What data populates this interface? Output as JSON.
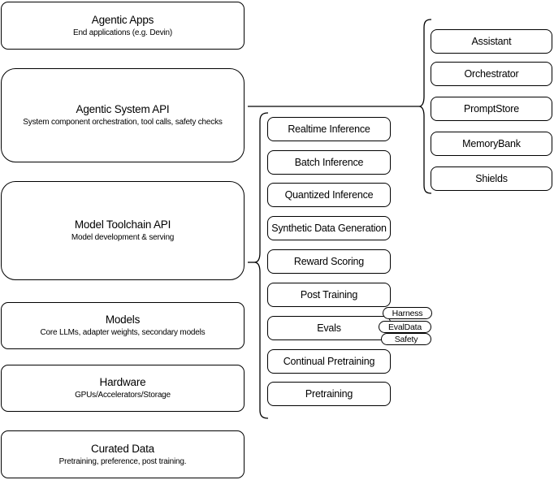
{
  "diagram": {
    "left_stack": [
      {
        "title": "Agentic Apps",
        "subtitle": "End applications (e.g. Devin)"
      },
      {
        "title": "Agentic System API",
        "subtitle": "System component orchestration, tool calls, safety checks"
      },
      {
        "title": "Model Toolchain API",
        "subtitle": "Model development & serving"
      },
      {
        "title": "Models",
        "subtitle": "Core LLMs, adapter weights, secondary models"
      },
      {
        "title": "Hardware",
        "subtitle": "GPUs/Accelerators/Storage"
      },
      {
        "title": "Curated Data",
        "subtitle": "Pretraining, preference, post training."
      }
    ],
    "toolchain": {
      "items": [
        "Realtime Inference",
        "Batch Inference",
        "Quantized Inference",
        "Synthetic Data Generation",
        "Reward Scoring",
        "Post Training",
        "Evals",
        "Continual Pretraining",
        "Pretraining"
      ],
      "evals_tags": [
        "Harness",
        "EvalData",
        "Safety"
      ]
    },
    "system_components": {
      "items": [
        "Assistant",
        "Orchestrator",
        "PromptStore",
        "MemoryBank",
        "Shields"
      ]
    },
    "colors": {
      "stroke": "#000000",
      "background": "#ffffff",
      "text": "#000000"
    }
  }
}
